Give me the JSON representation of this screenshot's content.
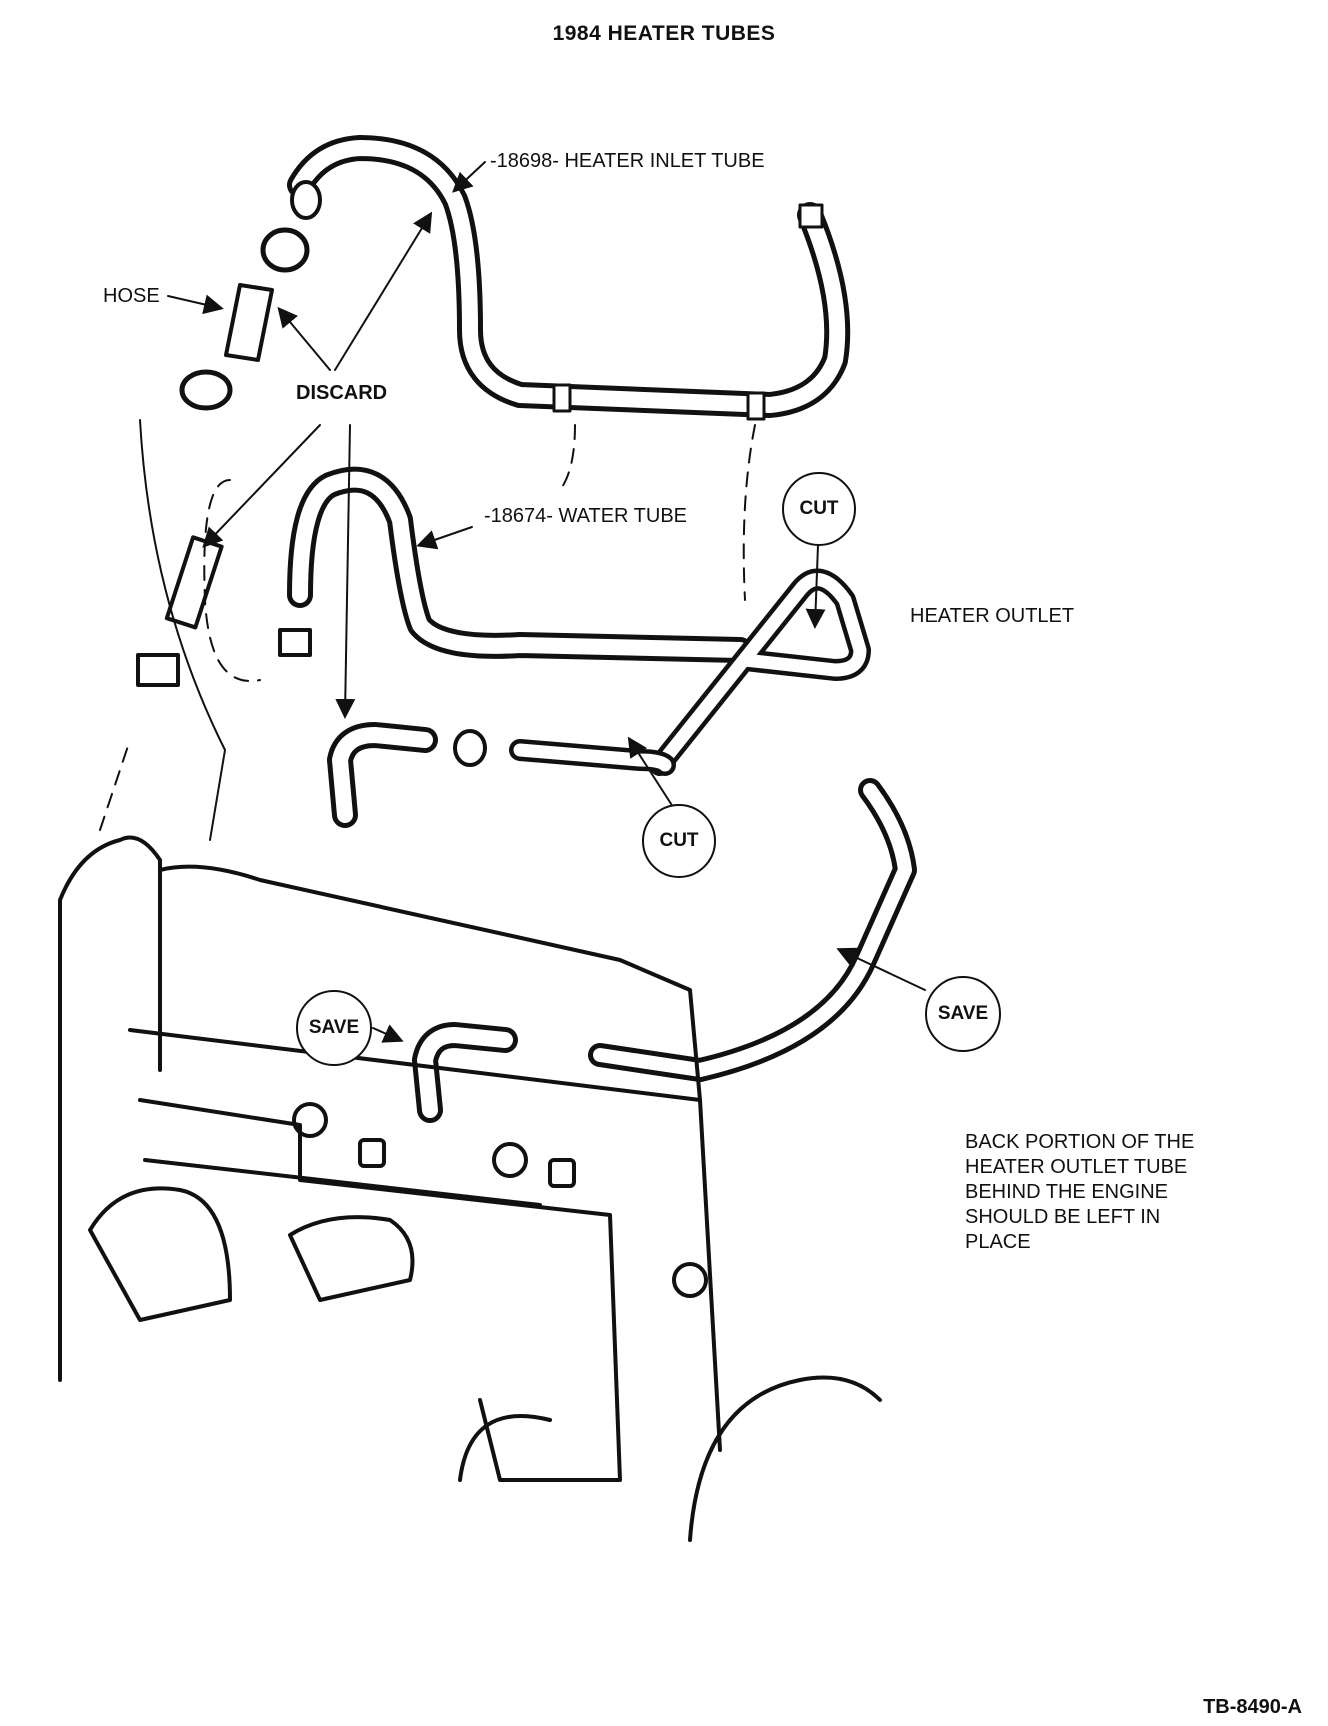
{
  "title": "1984 HEATER TUBES",
  "labels": {
    "inlet_tube": "-18698- HEATER INLET TUBE",
    "hose": "HOSE",
    "discard": "DISCARD",
    "water_tube": "-18674- WATER TUBE",
    "heater_outlet": "HEATER OUTLET"
  },
  "callouts": {
    "cut_top": "CUT",
    "cut_bottom": "CUT",
    "save_left": "SAVE",
    "save_right": "SAVE"
  },
  "note": [
    "BACK PORTION OF THE",
    "HEATER OUTLET TUBE",
    "BEHIND THE ENGINE",
    "SHOULD BE LEFT IN",
    "PLACE"
  ],
  "figure_id": "TB-8490-A"
}
